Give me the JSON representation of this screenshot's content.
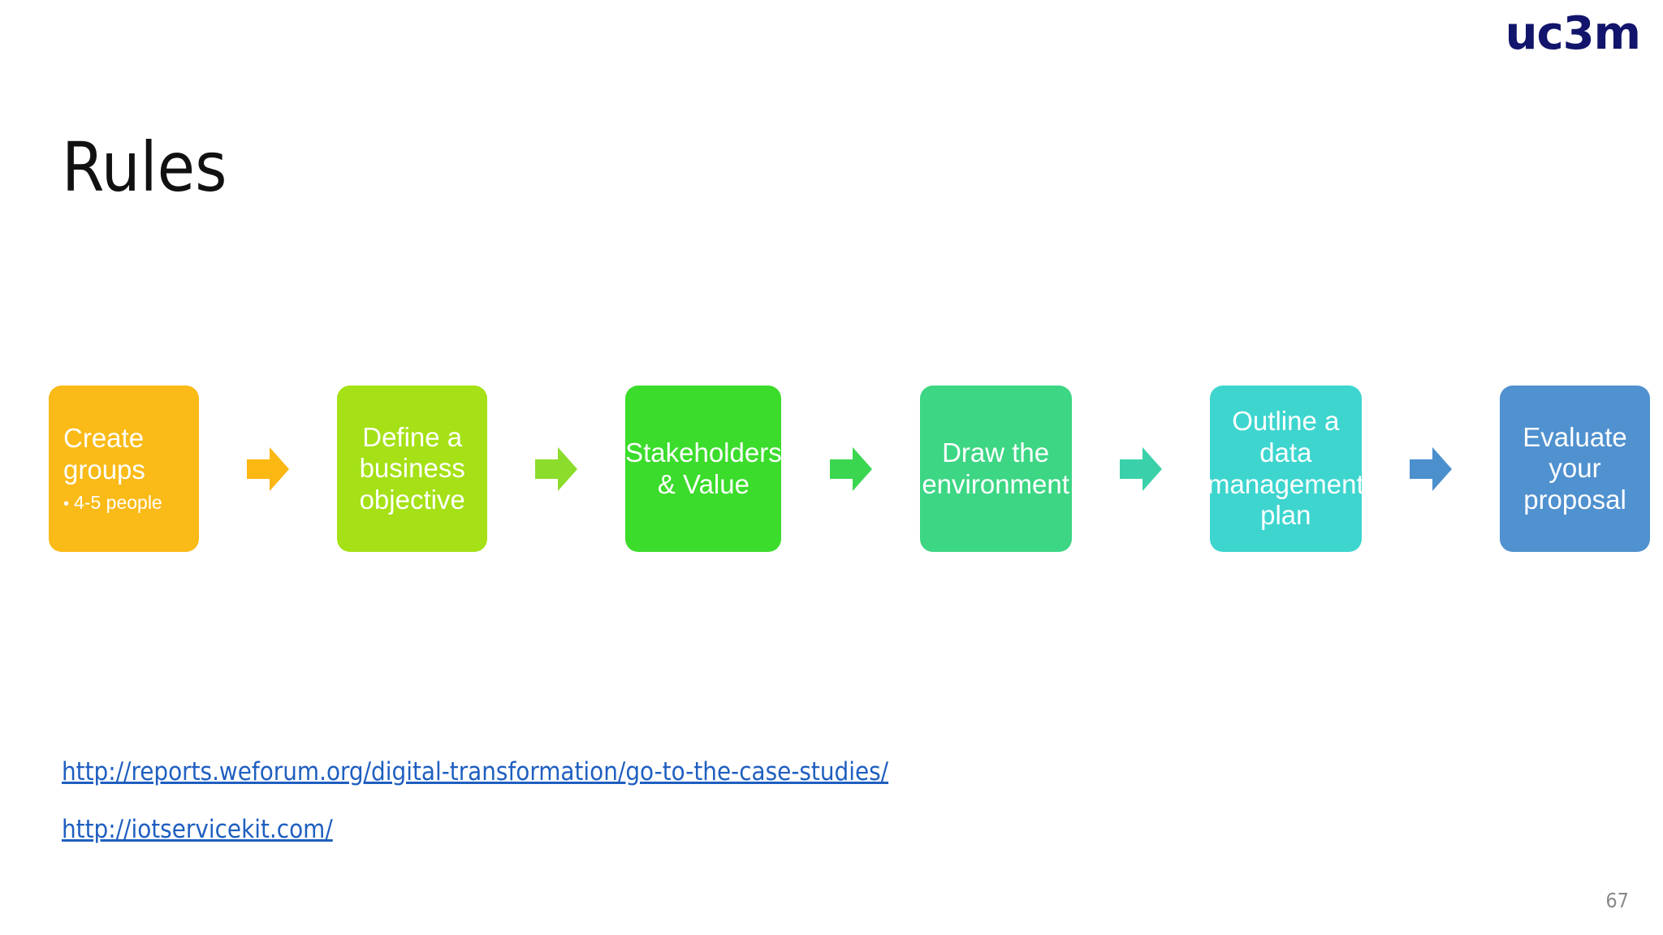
{
  "slide": {
    "title": "Rules",
    "page_number": "67",
    "background_color": "#ffffff"
  },
  "logo": {
    "text": "uc3m",
    "color": "#12156b"
  },
  "diagram": {
    "type": "horizontal-process-flow",
    "steps": [
      {
        "label": "Create groups",
        "color": "#FABA17",
        "align": "left",
        "bullets": [
          "4-5 people"
        ]
      },
      {
        "label": "Define a business objective",
        "color": "#A5E116",
        "align": "center",
        "bullets": []
      },
      {
        "label": "Stakeholders & Value",
        "color": "#3BDC2B",
        "align": "center",
        "bullets": []
      },
      {
        "label": "Draw the environment",
        "color": "#3DD684",
        "align": "center",
        "bullets": []
      },
      {
        "label": "Outline a data management plan",
        "color": "#3ED5CF",
        "align": "center",
        "bullets": []
      },
      {
        "label": "Evaluate your proposal",
        "color": "#5091CF",
        "align": "center",
        "bullets": []
      }
    ],
    "arrows": [
      {
        "name": "arrow-1",
        "color": "#FBB712"
      },
      {
        "name": "arrow-2",
        "color": "#8CDC2B"
      },
      {
        "name": "arrow-3",
        "color": "#3BD650"
      },
      {
        "name": "arrow-4",
        "color": "#3AD1AA"
      },
      {
        "name": "arrow-5",
        "color": "#4B8FCD"
      }
    ]
  },
  "links": [
    {
      "text": "http://reports.weforum.org/digital-transformation/go-to-the-case-studies/",
      "color": "#1f5fc0"
    },
    {
      "text": "http://iotservicekit.com/",
      "color": "#1f5fc0"
    }
  ]
}
